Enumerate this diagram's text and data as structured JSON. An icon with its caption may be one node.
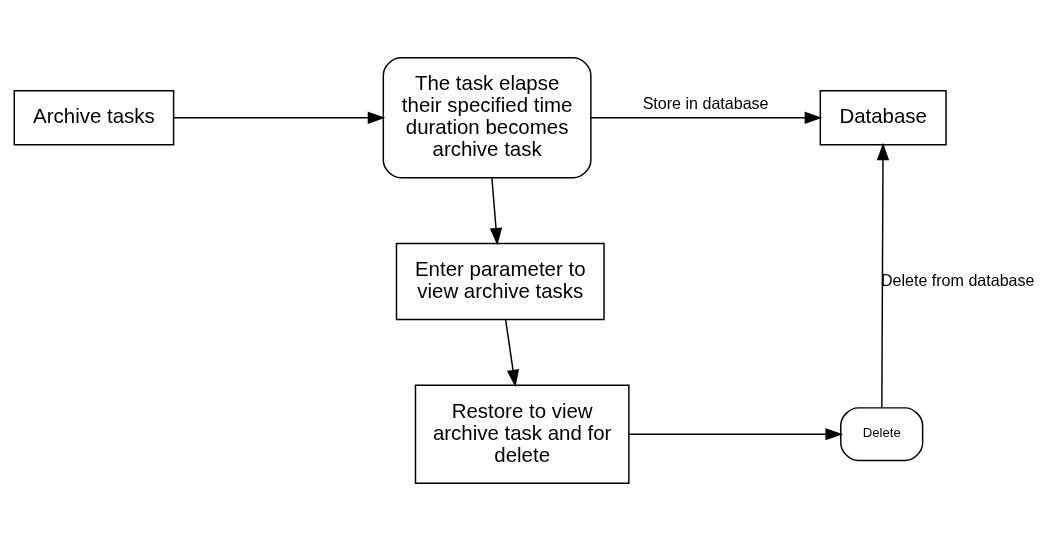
{
  "diagram": {
    "nodes": [
      {
        "text": [
          "Archive tasks"
        ]
      },
      {
        "text": [
          "The task elapse their specified time duration becomes archive task"
        ]
      },
      {
        "text": [
          "Database"
        ]
      },
      {
        "text": [
          "Enter parameter to view archive tasks"
        ]
      },
      {
        "text": [
          "Restore to view archive task and for delete"
        ]
      },
      {
        "text": [
          "Delete"
        ]
      }
    ],
    "edges": [
      {
        "from": 0,
        "to": 1,
        "arrow": "to"
      },
      {
        "from": 1,
        "to": 2,
        "arrow": "to",
        "label": "Store in database"
      },
      {
        "from": 1,
        "to": 3,
        "arrow": "to"
      },
      {
        "from": 3,
        "to": 4,
        "arrow": "to"
      },
      {
        "from": 4,
        "to": 5,
        "arrow": "to"
      },
      {
        "from": 5,
        "to": 2,
        "arrow": "to",
        "label": "Delete from database"
      }
    ]
  }
}
